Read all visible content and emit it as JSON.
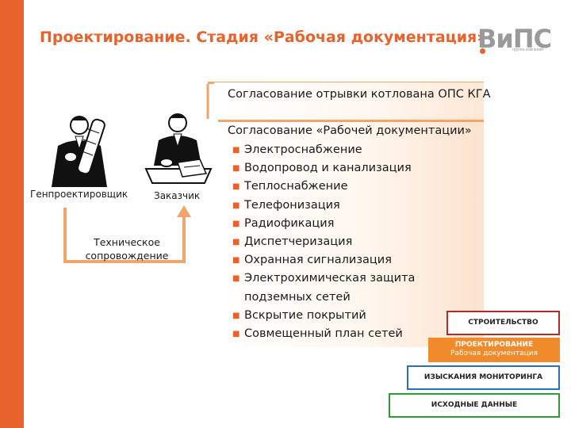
{
  "title": "Проектирование. Стадия «Рабочая документация»",
  "logo": {
    "mark": "ВиПС",
    "tagline": "группа компаний"
  },
  "approval": "Согласование отрывки котлована ОПС КГА",
  "docs": {
    "title": "Согласование «Рабочей документации»",
    "items": [
      "Электроснабжение",
      "Водопровод и канализация",
      "Теплоснабжение",
      "Телефонизация",
      "Радиофикация",
      "Диспетчеризация",
      "Охранная сигнализация",
      "Электрохимическая защита подземных сетей",
      "Вскрытие покрытий",
      "Совмещенный план сетей"
    ]
  },
  "roles": {
    "designer": "Генпроектировщик",
    "customer": "Заказчик",
    "support": "Техническое сопровождение"
  },
  "pyramid": {
    "build": "СТРОИТЕЛЬСТВО",
    "design": "ПРОЕКТИРОВАНИЕ",
    "design_sub": "Рабочая документация",
    "survey": "ИЗЫСКАНИЯ МОНИТОРИНГА",
    "source": "ИСХОДНЫЕ ДАННЫЕ"
  },
  "colors": {
    "accent": "#e8622c",
    "arrow": "#f0a56a",
    "build_border": "#b22a2a",
    "design_fill": "#f08a2a",
    "survey_border": "#2d6fb6",
    "source_border": "#2e9b3a"
  }
}
